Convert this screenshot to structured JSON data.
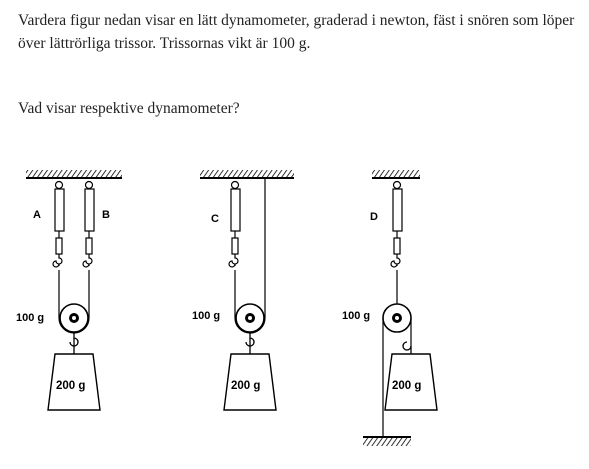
{
  "question": {
    "intro_text": "Vardera figur nedan visar en lätt dynamometer, graderad i newton, fäst i snören som löper över lättrörliga trissor. Trissornas vikt är 100 g.",
    "prompt": "Vad visar respektive dynamometer?"
  },
  "figure": {
    "setups": [
      {
        "dynamometers": [
          "A",
          "B"
        ],
        "pulley_mass": "100 g",
        "weight_mass": "200 g"
      },
      {
        "dynamometers": [
          "C"
        ],
        "pulley_mass": "100 g",
        "weight_mass": "200 g"
      },
      {
        "dynamometers": [
          "D"
        ],
        "pulley_mass": "100 g",
        "weight_mass": "200 g"
      }
    ]
  }
}
